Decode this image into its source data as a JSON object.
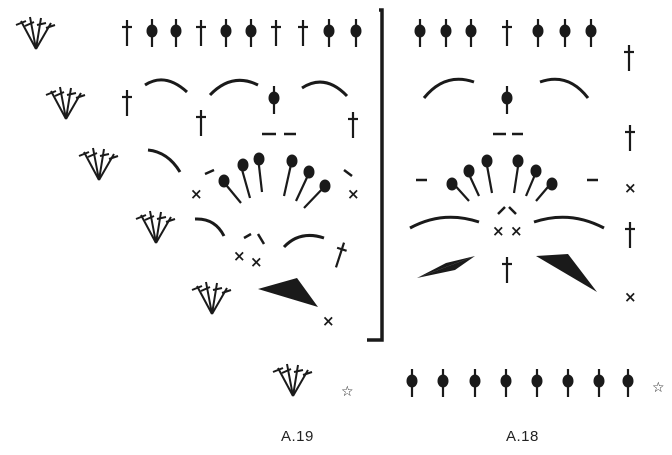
{
  "labels": {
    "chart_a19": "A.19",
    "chart_a18": "A.18"
  },
  "glyphs": {
    "chain_x": "×",
    "start_star": "☆"
  },
  "colors": {
    "ink": "#1a1a1a",
    "background": "#ffffff"
  },
  "icons": {
    "treble": "tall-stitch-with-crossbar",
    "treble_bobble": "stitch-with-filled-dot",
    "chain_arc": "curved-arc",
    "picot_fan": "cluster-fan-on-point",
    "dash": "short-dash",
    "wedge": "filled-triangle-wedge",
    "repeat_bracket": "vertical-bracket"
  }
}
